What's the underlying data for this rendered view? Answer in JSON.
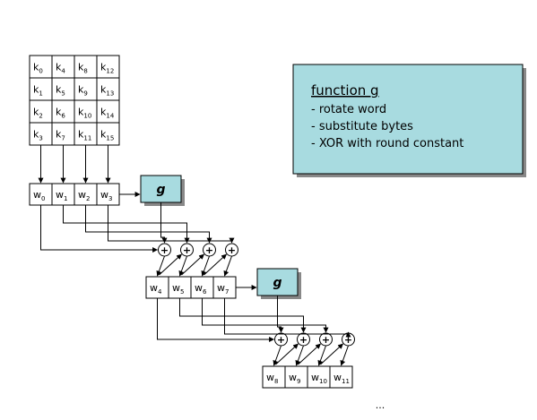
{
  "key_matrix": [
    [
      {
        "b": "k",
        "s": "0"
      },
      {
        "b": "k",
        "s": "4"
      },
      {
        "b": "k",
        "s": "8"
      },
      {
        "b": "k",
        "s": "12"
      }
    ],
    [
      {
        "b": "k",
        "s": "1"
      },
      {
        "b": "k",
        "s": "5"
      },
      {
        "b": "k",
        "s": "9"
      },
      {
        "b": "k",
        "s": "13"
      }
    ],
    [
      {
        "b": "k",
        "s": "2"
      },
      {
        "b": "k",
        "s": "6"
      },
      {
        "b": "k",
        "s": "10"
      },
      {
        "b": "k",
        "s": "14"
      }
    ],
    [
      {
        "b": "k",
        "s": "3"
      },
      {
        "b": "k",
        "s": "7"
      },
      {
        "b": "k",
        "s": "11"
      },
      {
        "b": "k",
        "s": "15"
      }
    ]
  ],
  "word_rows": [
    [
      {
        "b": "w",
        "s": "0"
      },
      {
        "b": "w",
        "s": "1"
      },
      {
        "b": "w",
        "s": "2"
      },
      {
        "b": "w",
        "s": "3"
      }
    ],
    [
      {
        "b": "w",
        "s": "4"
      },
      {
        "b": "w",
        "s": "5"
      },
      {
        "b": "w",
        "s": "6"
      },
      {
        "b": "w",
        "s": "7"
      }
    ],
    [
      {
        "b": "w",
        "s": "8"
      },
      {
        "b": "w",
        "s": "9"
      },
      {
        "b": "w",
        "s": "10"
      },
      {
        "b": "w",
        "s": "11"
      }
    ]
  ],
  "g_label": "g",
  "xor_symbol": "+",
  "function_box": {
    "title": "function g",
    "items": [
      "- rotate word",
      "- substitute bytes",
      "- XOR with round constant"
    ]
  },
  "ellipsis": "...",
  "colors": {
    "box_fill": "#a8dbe0",
    "shadow": "#888888",
    "line": "#000000"
  }
}
